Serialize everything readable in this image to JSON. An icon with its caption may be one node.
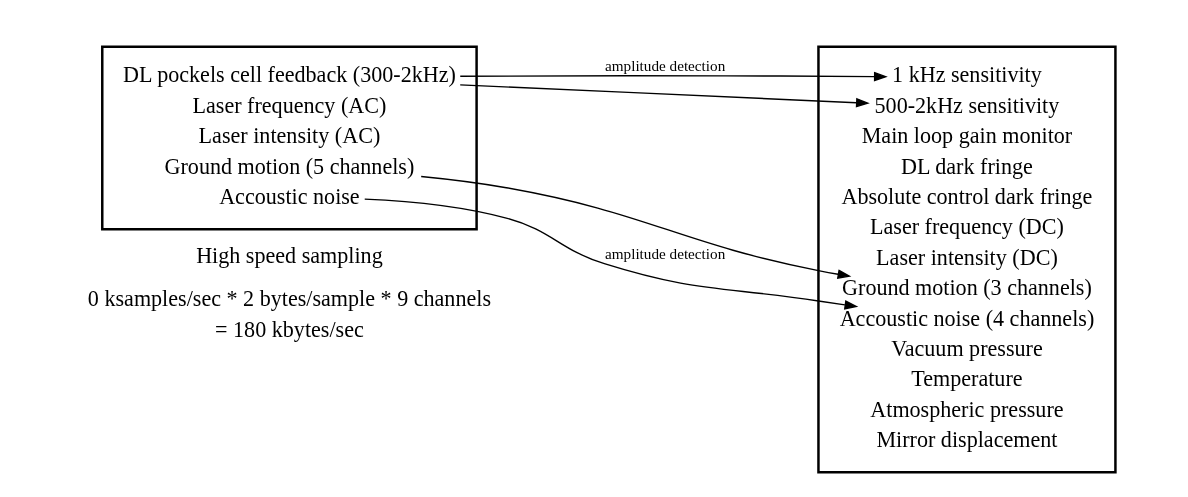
{
  "diagram": {
    "nodes": [
      {
        "text": [],
        "shape": "box",
        "beside": [
          "High speed sampling"
        ]
      },
      {
        "text": [
          "DL pockels cell feedback (300-2kHz)"
        ],
        "in": 0
      },
      {
        "text": [
          "Laser frequency (AC)"
        ],
        "in": 0
      },
      {
        "text": [
          "Laser intensity (AC)"
        ],
        "in": 0
      },
      {
        "text": [
          "Ground motion (5 channels)"
        ],
        "in": 0
      },
      {
        "text": [
          "Accoustic noise"
        ],
        "in": 0
      },
      {
        "text": [],
        "shape": "box"
      },
      {
        "text": [
          "1 kHz sensitivity"
        ],
        "in": 6
      },
      {
        "text": [
          "500-2kHz sensitivity"
        ],
        "in": 6
      },
      {
        "text": [
          "Main loop gain monitor"
        ],
        "in": 6
      },
      {
        "text": [
          "DL dark fringe"
        ],
        "in": 6
      },
      {
        "text": [
          "Absolute control dark fringe"
        ],
        "in": 6
      },
      {
        "text": [
          "Laser frequency (DC)"
        ],
        "in": 6
      },
      {
        "text": [
          "Laser intensity (DC)"
        ],
        "in": 6
      },
      {
        "text": [
          "Ground motion (3 channels)"
        ],
        "in": 6
      },
      {
        "text": [
          "Accoustic noise (4 channels)"
        ],
        "in": 6
      },
      {
        "text": [
          "Vacuum pressure"
        ],
        "in": 6
      },
      {
        "text": [
          "Temperature"
        ],
        "in": 6
      },
      {
        "text": [
          "Atmospheric pressure"
        ],
        "in": 6
      },
      {
        "text": [
          "Mirror displacement"
        ],
        "in": 6
      }
    ],
    "edges": [
      {
        "from": 1,
        "to": 7,
        "arrow": "to",
        "label": "amplitude detection"
      },
      {
        "from": 1,
        "to": 8,
        "arrow": "to"
      },
      {
        "from": 4,
        "to": 14,
        "arrow": "to"
      },
      {
        "from": 5,
        "to": 15,
        "arrow": "to",
        "label": "amplitude detection"
      }
    ],
    "labels": [
      "0 ksamples/sec * 2 bytes/sample * 9 channels",
      "= 180 kbytes/sec"
    ]
  }
}
